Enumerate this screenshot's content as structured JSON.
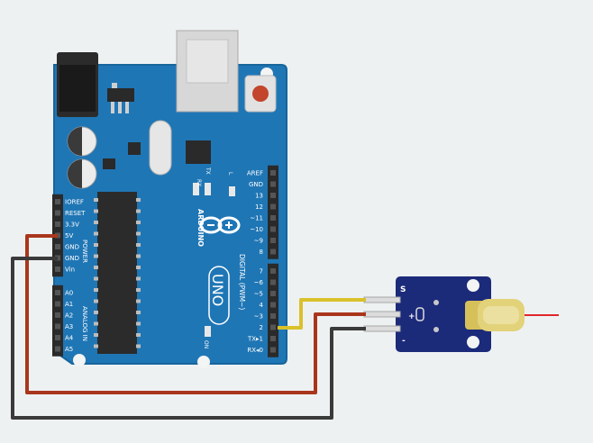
{
  "board": {
    "brand": "ARDUINO",
    "model": "UNO",
    "digital_label": "DIGITAL (PWM~)",
    "power_label": "POWER",
    "analog_label": "ANALOG IN",
    "led_labels": [
      "RX",
      "TX",
      "L"
    ],
    "on_label": "ON",
    "digital_top_pins": [
      "AREF",
      "GND",
      "13",
      "12",
      "~11",
      "~10",
      "~9",
      "8"
    ],
    "digital_bottom_pins": [
      "7",
      "~6",
      "~5",
      "4",
      "~3",
      "2",
      "TX▸1",
      "RX◂0"
    ],
    "power_pins": [
      "IOREF",
      "RESET",
      "3.3V",
      "5V",
      "GND",
      "GND",
      "Vin"
    ],
    "analog_pins": [
      "A0",
      "A1",
      "A2",
      "A3",
      "A4",
      "A5"
    ]
  },
  "module": {
    "pin_labels": [
      "S",
      "+",
      "-"
    ]
  },
  "colors": {
    "background": "#eef1f2",
    "board": "#1f76b5",
    "board_edge": "#17659c",
    "module": "#1c2a7a",
    "wire_signal": "#d9c12a",
    "wire_power": "#a9361c",
    "wire_ground": "#3a3a3a",
    "led_lens": "#e2d27a",
    "laser_beam": "#e0262b"
  },
  "icons": [
    "arduino-infinity-logo-icon",
    "reset-button-icon",
    "usb-port-icon",
    "power-jack-icon"
  ]
}
